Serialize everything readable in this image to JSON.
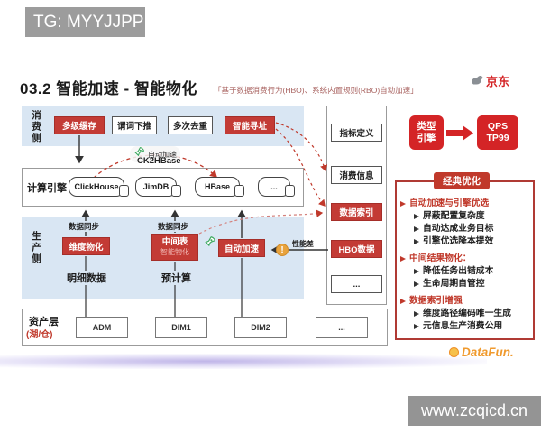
{
  "watermarks": {
    "tg_badge": "TG: MYYJJPP",
    "site_badge": "www.zcqicd.cn"
  },
  "header": {
    "title": "03.2 智能加速 - 智能物化",
    "subtitle": "「基于数据消费行为(HBO)、系统内置规则(RBO)自动加速」",
    "brand": "京东"
  },
  "diagram": {
    "consumer": {
      "side_label": "消费侧",
      "boxes": [
        {
          "label": "多级缓存",
          "style": "red"
        },
        {
          "label": "谓词下推",
          "style": "outline"
        },
        {
          "label": "多次去重",
          "style": "outline"
        },
        {
          "label": "智能寻址",
          "style": "red"
        }
      ]
    },
    "accel_note": {
      "line1": "自动加速",
      "line2": "CK2HBase"
    },
    "engine": {
      "label": "计算引擎",
      "engines": [
        "ClickHouse",
        "JimDB",
        "HBase",
        "..."
      ]
    },
    "producer": {
      "side_label": "生产侧",
      "sync_labels": [
        "数据同步",
        "数据同步"
      ],
      "materialize_box": "维度物化",
      "mid_table_box": {
        "line1": "中间表",
        "line2": "智能物化"
      },
      "auto_accel_box": "自动加速",
      "detail_label": "明细数据",
      "precompute_label": "预计算",
      "perf_label": "性能差",
      "warning_glyph": "!"
    },
    "asset": {
      "label": "资产层",
      "sublabel": "(湖/仓)",
      "boxes": [
        "ADM",
        "DIM1",
        "DIM2",
        "..."
      ]
    },
    "right_column": [
      {
        "label": "指标定义",
        "style": "outline"
      },
      {
        "label": "消费信息",
        "style": "outline"
      },
      {
        "label": "数据索引",
        "style": "red"
      },
      {
        "label": "HBO数据",
        "style": "red"
      },
      {
        "label": "...",
        "style": "outline"
      }
    ],
    "kpi": {
      "left_line1": "类型",
      "left_line2": "引擎",
      "right_line1": "QPS",
      "right_line2": "TP99"
    }
  },
  "panel": {
    "title": "经典优化",
    "sections": [
      {
        "title": "自动加速与引擎优选",
        "items": [
          "屏蔽配置复杂度",
          "自动达成业务目标",
          "引擎优选降本提效"
        ]
      },
      {
        "title": "中间结果物化：",
        "items": [
          "降低任务出错成本",
          "生命周期自管控"
        ]
      },
      {
        "title": "数据索引增强",
        "items": [
          "维度路径编码唯一生成",
          "元信息生产消费公用"
        ]
      }
    ]
  },
  "footer": {
    "logo": "DataFun."
  },
  "icons": {
    "accel_rocket": "rocket-icon",
    "perf_warning": "warning-exclamation-icon",
    "jd_logo": "jd-dog-mascot-icon",
    "datafun_mark": "sun-icon"
  },
  "colors": {
    "accent_red": "#c0392b",
    "box_red": "#c33b35",
    "bright_red": "#d42426",
    "band_blue": "#d9e6f3",
    "rocket_green": "#3aa85c",
    "warning_orange": "#e8a33d",
    "datafun_orange": "#f09a2e",
    "badge_gray": "#9c9c9c"
  }
}
